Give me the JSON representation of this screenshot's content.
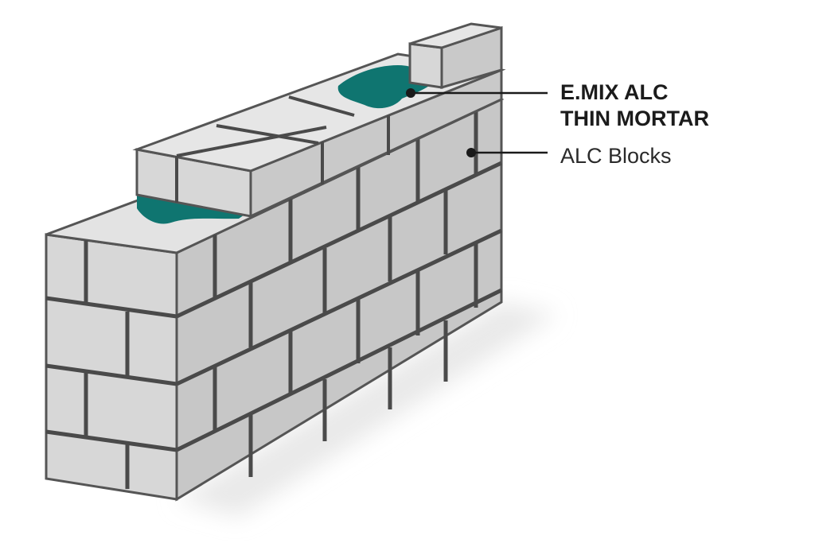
{
  "labels": {
    "mortar_line1": "E.MIX ALC",
    "mortar_line2": "THIN MORTAR",
    "blocks": "ALC Blocks"
  },
  "colors": {
    "mortar": "#0f7570",
    "block_front": "#d6d6d6",
    "block_side": "#c4c4c4",
    "block_top": "#e4e4e4",
    "joint": "#4a4a4a",
    "leader_line": "#1a1a1a"
  },
  "icons": [
    "brick-wall-illustration",
    "mortar-patch",
    "leader-dot"
  ]
}
